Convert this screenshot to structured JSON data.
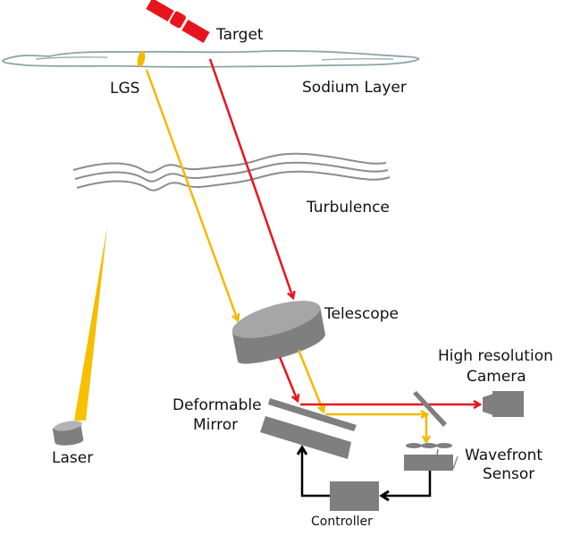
{
  "title": "Adaptive optics system with laser guide star",
  "labels": {
    "target": "Target",
    "lgs": "LGS",
    "sodium_layer": "Sodium Layer",
    "turbulence": "Turbulence",
    "telescope": "Telescope",
    "camera_line1": "High resolution",
    "camera_line2": "Camera",
    "dm_line1": "Deformable",
    "dm_line2": "Mirror",
    "wfs_line1": "Wavefront",
    "wfs_line2": "Sensor",
    "controller": "Controller",
    "laser": "Laser"
  },
  "colors": {
    "science_beam": "#e8141c",
    "laser_beam": "#f5b800",
    "component": "#7f7f7f",
    "component_top": "#a6a6a6",
    "control_line": "#000000",
    "sodium_layer": "#8ea3a8",
    "turbulence": "#8c8c8c"
  },
  "beams": [
    {
      "name": "science",
      "from": "target",
      "to": "high-resolution-camera",
      "color_key": "science_beam"
    },
    {
      "name": "guide-star",
      "from": "lgs",
      "to": "wavefront-sensor",
      "color_key": "laser_beam"
    }
  ],
  "control_loop": [
    "wavefront-sensor",
    "controller",
    "deformable-mirror"
  ]
}
